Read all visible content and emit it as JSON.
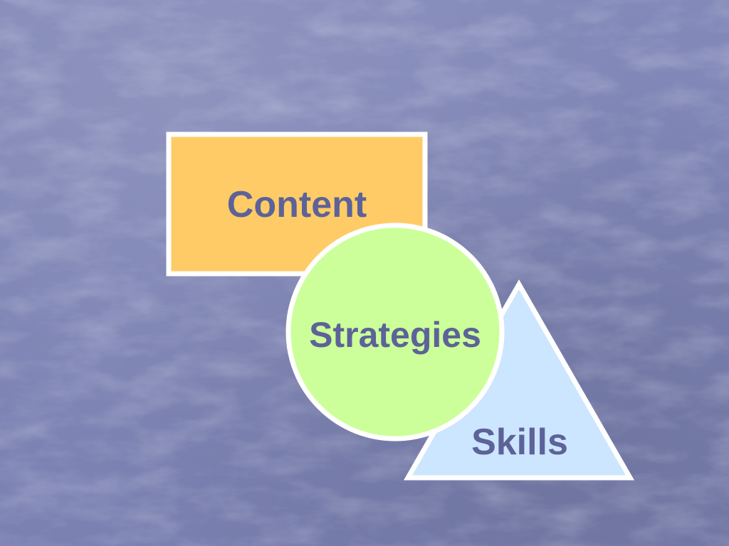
{
  "slide": {
    "background_color": "#7f85b5",
    "text_color": "#5d6298",
    "outline_color": "#ffffff"
  },
  "diagram": {
    "content": {
      "label": "Content",
      "shape": "rectangle",
      "fill": "#ffcb66"
    },
    "strategies": {
      "label": "Strategies",
      "shape": "circle",
      "fill": "#ccff99"
    },
    "skills": {
      "label": "Skills",
      "shape": "triangle",
      "fill": "#cce6ff"
    }
  }
}
